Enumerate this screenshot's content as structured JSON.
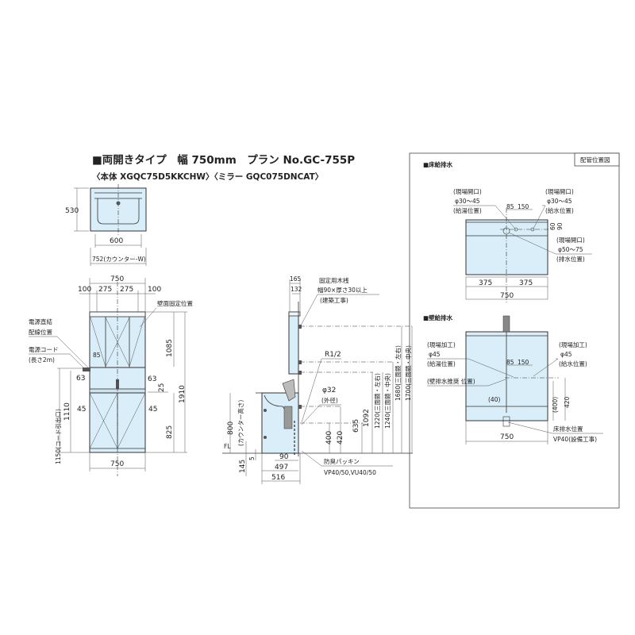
{
  "title": "■両開きタイプ　幅 750mm　プラン No.GC-755P",
  "subtitle": "〈本体 XGQC75D5KKCHW〉〈ミラー GQC075DNCAT〉",
  "top_view": {
    "depth": "530",
    "bowl_width": "600",
    "counter_width": "752(カウンター-W)"
  },
  "front_view": {
    "width_top": "750",
    "seg1": "100",
    "seg2": "275",
    "seg3": "275",
    "seg4": "100",
    "wall_fix": "壁面固定位置",
    "power_direct_1": "電源直結",
    "power_direct_2": "配線位置",
    "power_cord_1": "電源コード",
    "power_cord_2": "(長さ2m)",
    "h1085": "1085",
    "h25": "25",
    "h1910": "1910",
    "h825": "825",
    "d63_left": "63",
    "d63_right": "63",
    "d45_left": "45",
    "d45_right": "45",
    "d85": "85",
    "h1150": "1150(コード引出口)",
    "h1110": "1110",
    "width_bottom": "750"
  },
  "side_view": {
    "d165": "165",
    "d132": "132",
    "batten_1": "固定用木桟",
    "batten_2": "幅90×厚さ30以上",
    "batten_3": "(建築工事)",
    "r12": "R1/2",
    "phi32": "φ32",
    "outer": "(外径)",
    "h800": "800",
    "counter_h": "(カウンター高さ)",
    "fl": "FL",
    "h145": "145",
    "h5": "5",
    "d90": "90",
    "d497": "497",
    "d516": "516",
    "h400": "400",
    "h420": "420",
    "h635": "635",
    "h1092": "1092",
    "h1220": "1220(三面鏡・左右)",
    "h1240": "1240(三面鏡・中央)",
    "h1680": "1680(三面鏡・左右)",
    "h1700": "1700(三面鏡・中央)",
    "packing": "防臭パッキン",
    "pipe": "VP40/50,VU40/50"
  },
  "piping": {
    "tab": "配管位置図",
    "floor": {
      "heading": "■床給排水",
      "hot_1": "(現場開口)",
      "hot_2": "φ30〜45",
      "hot_3": "(給湯位置)",
      "cold_1": "(現場開口)",
      "cold_2": "φ30〜45",
      "cold_3": "(給水位置)",
      "drain_1": "(現場開口)",
      "drain_2": "φ50〜75",
      "drain_3": "(排水位置)",
      "d85": "85",
      "d150": "150",
      "d60": "60",
      "d90": "90",
      "left": "375",
      "right": "375",
      "total": "750"
    },
    "wall": {
      "heading": "■壁給排水",
      "hot_1": "(現場加工)",
      "hot_2": "φ45",
      "hot_3": "(給湯位置)",
      "cold_1": "(現場加工)",
      "cold_2": "φ45",
      "cold_3": "(給水位置)",
      "wall_drain": "(壁排水推奨 位置)",
      "d40": "(40)",
      "d85": "85",
      "d150": "150",
      "h400": "(400)",
      "h420": "420",
      "floor_drain_1": "床排水位置",
      "floor_drain_2": "VP40(設備工事)",
      "total": "750"
    }
  }
}
